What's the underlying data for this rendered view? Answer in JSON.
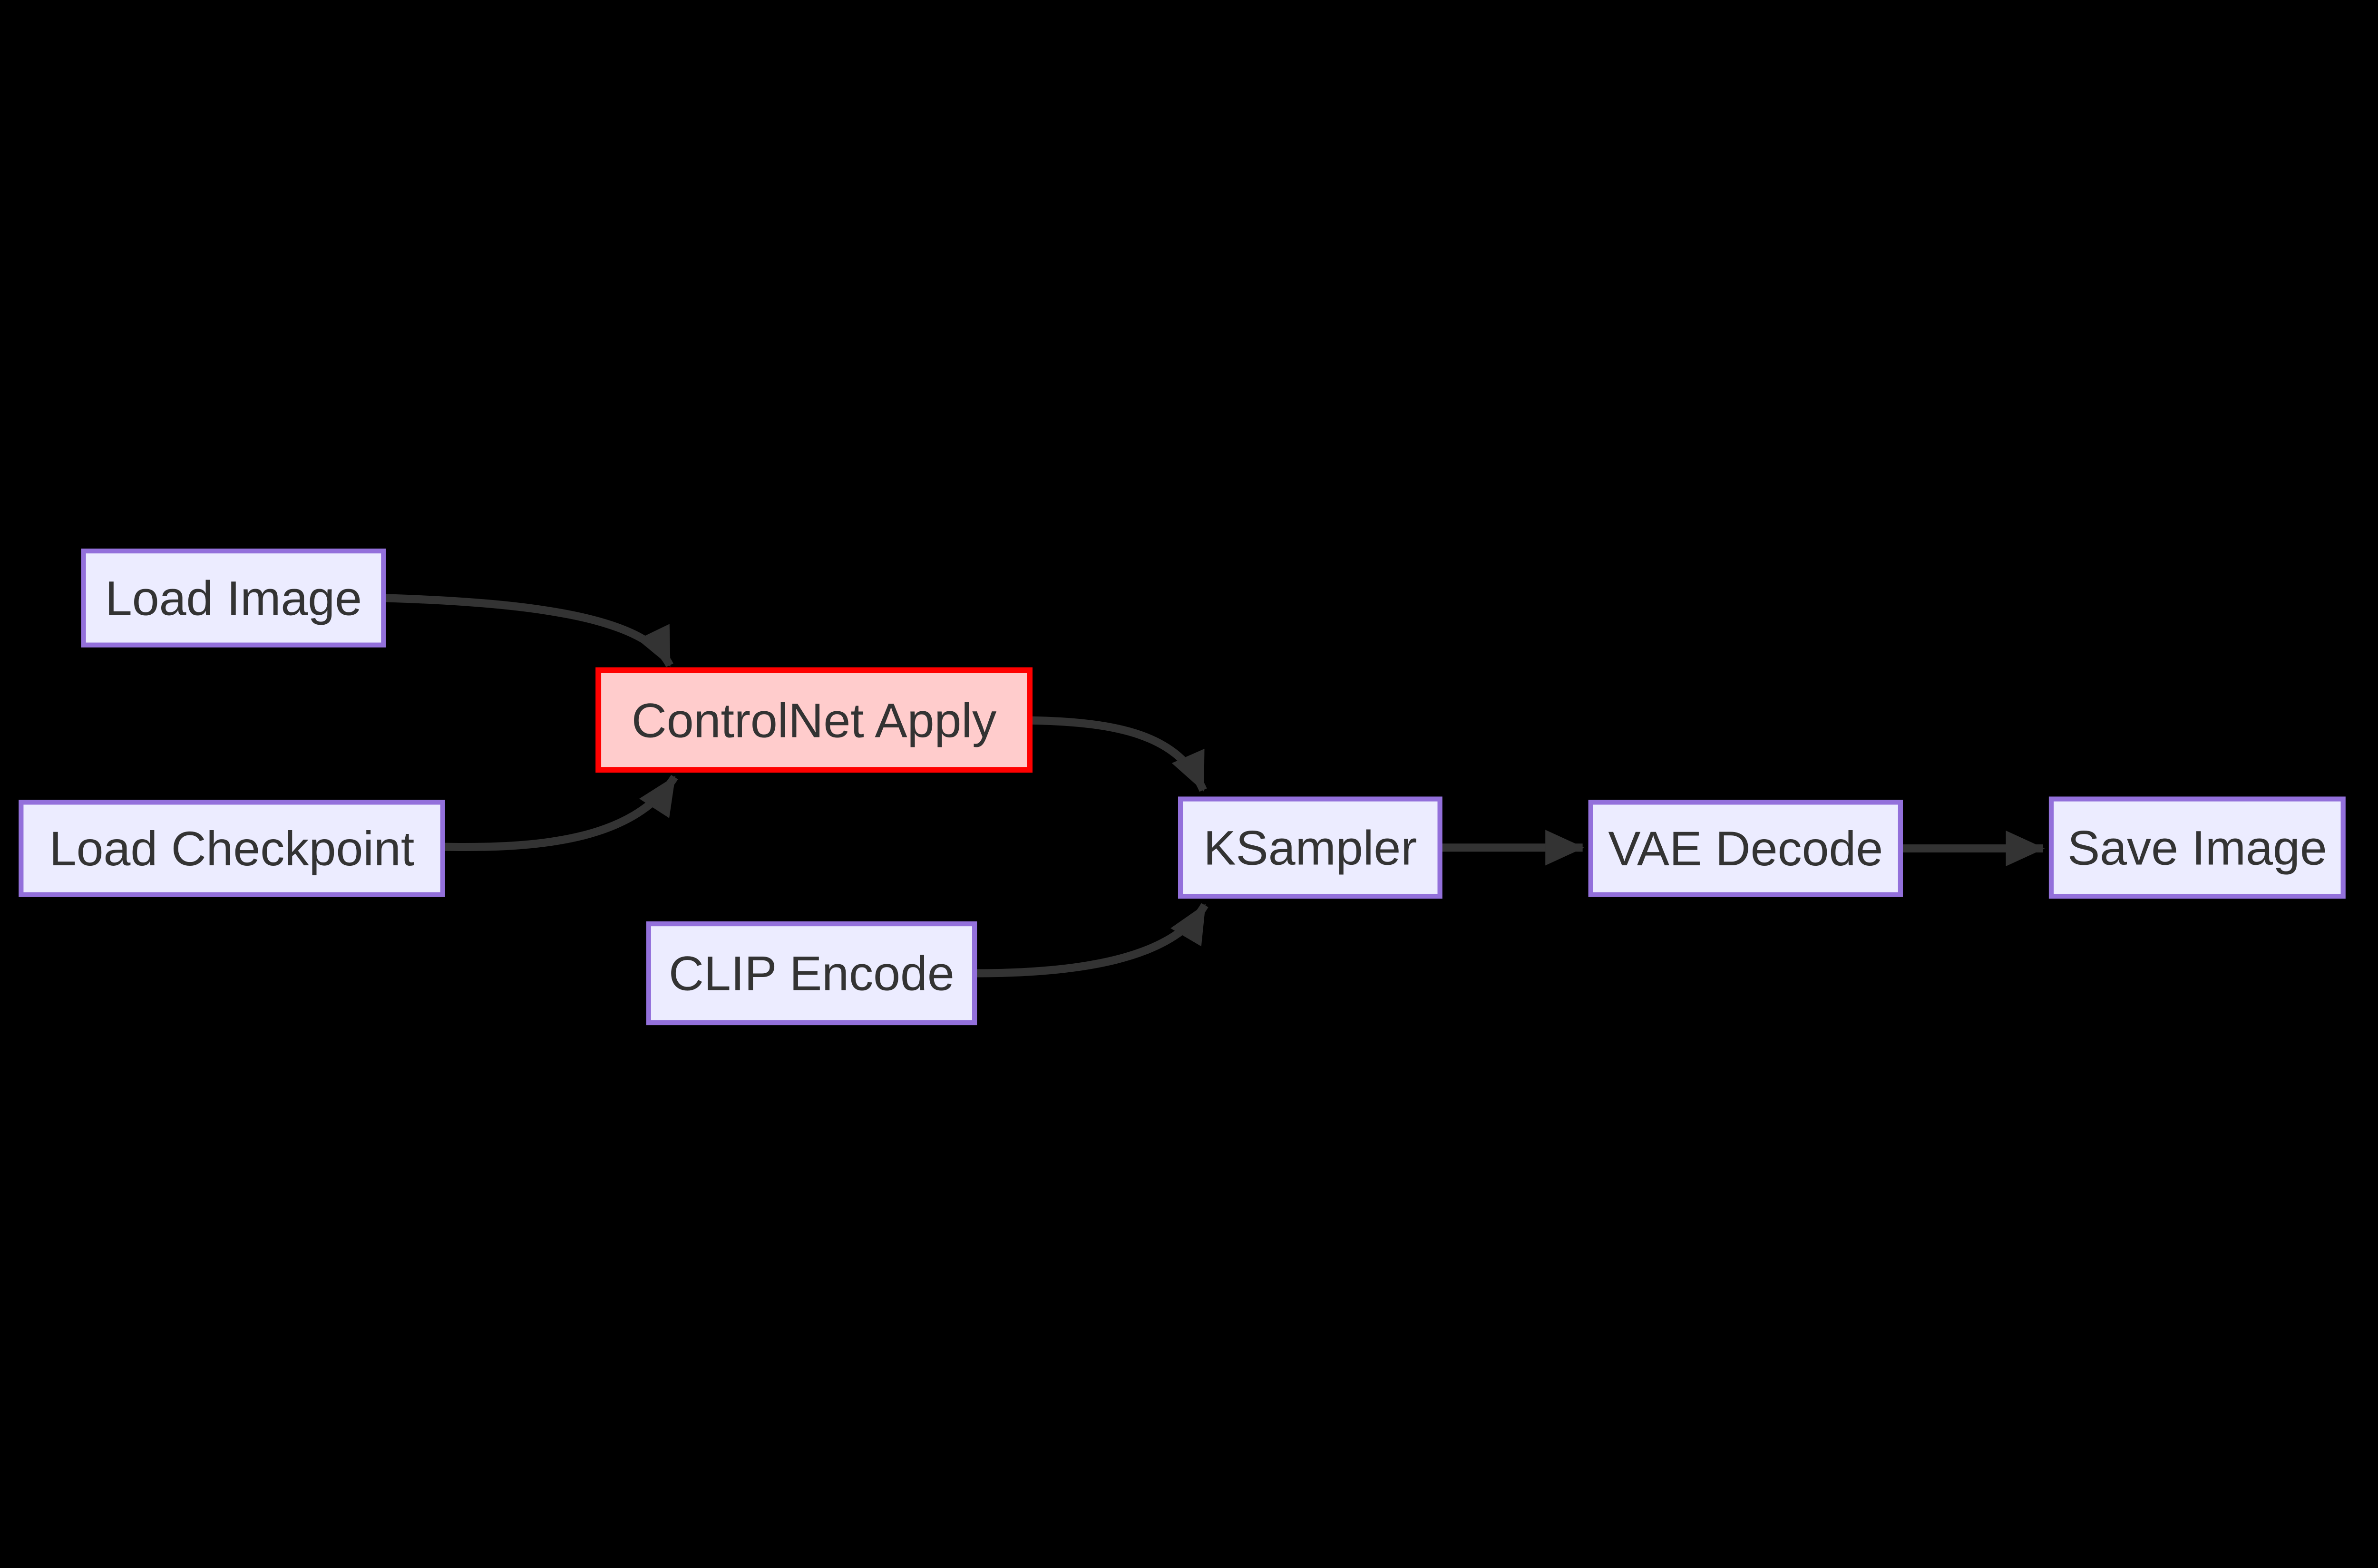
{
  "diagram": {
    "type": "flowchart",
    "direction": "left-to-right",
    "background_color": "#000000",
    "colors": {
      "node_fill": "#ECECFF",
      "node_border": "#9370DB",
      "highlight_fill": "#FFCCCC",
      "highlight_border": "#FF0000",
      "edge_color": "#333333",
      "text_color": "#333333"
    },
    "nodes": [
      {
        "id": "load-image",
        "label": "Load Image",
        "highlighted": false
      },
      {
        "id": "load-checkpoint",
        "label": "Load Checkpoint",
        "highlighted": false
      },
      {
        "id": "controlnet-apply",
        "label": "ControlNet Apply",
        "highlighted": true
      },
      {
        "id": "clip-encode",
        "label": "CLIP Encode",
        "highlighted": false
      },
      {
        "id": "ksampler",
        "label": "KSampler",
        "highlighted": false
      },
      {
        "id": "vae-decode",
        "label": "VAE Decode",
        "highlighted": false
      },
      {
        "id": "save-image",
        "label": "Save Image",
        "highlighted": false
      }
    ],
    "edges": [
      {
        "from": "load-image",
        "to": "controlnet-apply",
        "style": "curved"
      },
      {
        "from": "load-checkpoint",
        "to": "controlnet-apply",
        "style": "curved"
      },
      {
        "from": "controlnet-apply",
        "to": "ksampler",
        "style": "curved"
      },
      {
        "from": "clip-encode",
        "to": "ksampler",
        "style": "curved"
      },
      {
        "from": "ksampler",
        "to": "vae-decode",
        "style": "straight"
      },
      {
        "from": "vae-decode",
        "to": "save-image",
        "style": "straight"
      }
    ]
  }
}
